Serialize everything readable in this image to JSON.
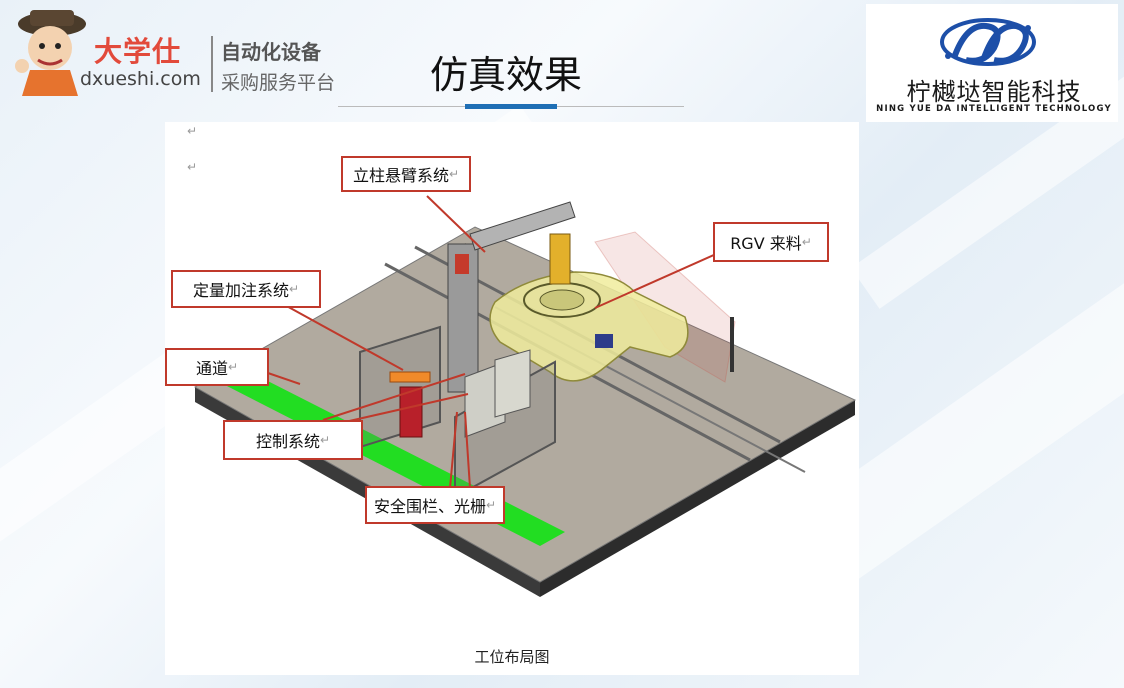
{
  "header": {
    "brand_cn": "大学仕",
    "brand_url": "dxueshi.com",
    "tagline_1": "自动化设备",
    "tagline_2": "采购服务平台",
    "title": "仿真效果"
  },
  "company": {
    "name_cn": "柠樾垯智能科技",
    "name_en": "NING YUE DA INTELLIGENT TECHNOLOGY",
    "logo_icon": "dd-swoosh-logo"
  },
  "diagram": {
    "caption": "工位布局图",
    "return_mark": "↵",
    "callouts": {
      "column": "立柱悬臂系统",
      "rgv": "RGV 来料",
      "dosing": "定量加注系统",
      "passage": "通道",
      "control": "控制系统",
      "safety": "安全围栏、光栅"
    }
  },
  "colors": {
    "accent_blue": "#1f6fb5",
    "callout_red": "#c0392b",
    "green_path": "#22dd22",
    "brand_red": "#e24a3b"
  }
}
